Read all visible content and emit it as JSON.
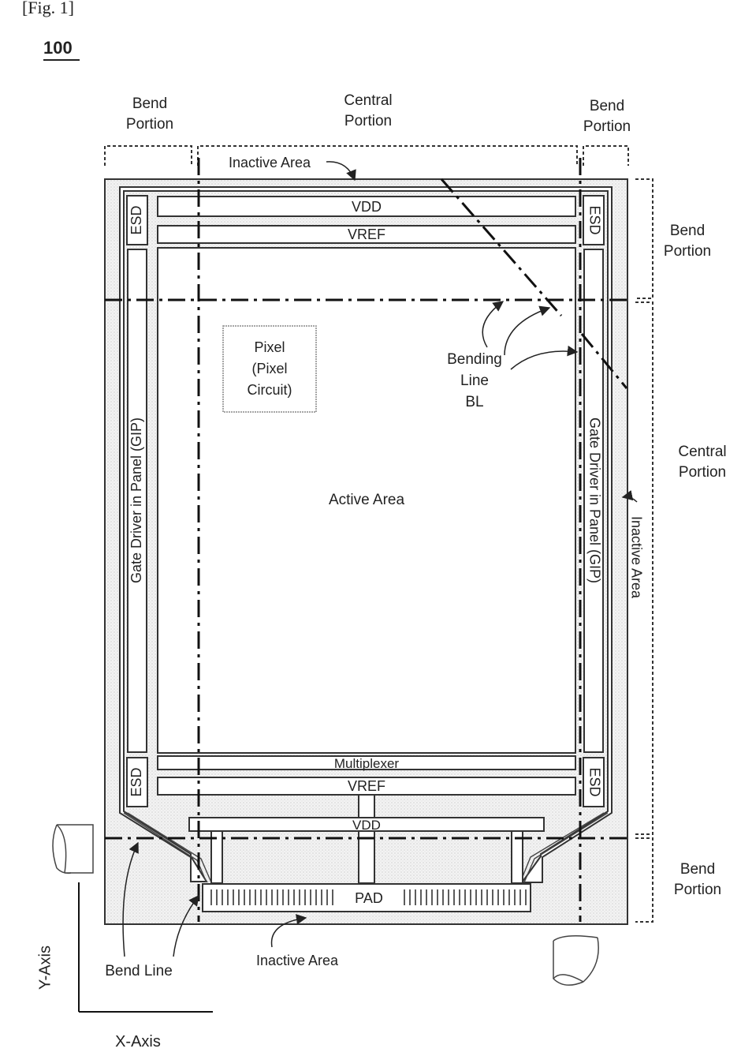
{
  "figure": {
    "label": "[Fig. 1]",
    "ref_number": "100"
  },
  "regions": {
    "bend_left_top": [
      "Bend",
      "Portion"
    ],
    "central_top": [
      "Central",
      "Portion"
    ],
    "bend_right_top": [
      "Bend",
      "Portion"
    ],
    "bend_right_upper": [
      "Bend",
      "Portion"
    ],
    "central_right": [
      "Central",
      "Portion"
    ],
    "bend_right_lower": [
      "Bend",
      "Portion"
    ]
  },
  "labels": {
    "inactive_area_top": "Inactive Area",
    "inactive_area_right": "Inactive Area",
    "inactive_area_bottom": "Inactive Area",
    "vdd_top": "VDD",
    "vref_top": "VREF",
    "esd": "ESD",
    "gip_left": "Gate Driver in Panel (GIP)",
    "gip_right": "Gate Driver in Panel (GIP)",
    "pixel": [
      "Pixel",
      "(Pixel",
      "Circuit)"
    ],
    "active_area": "Active Area",
    "bending_line": [
      "Bending",
      "Line",
      "BL"
    ],
    "multiplexer": "Multiplexer",
    "vref_bottom": "VREF",
    "vdd_bottom": "VDD",
    "pad": "PAD",
    "bend_line": "Bend Line"
  },
  "axes": {
    "y": "Y-Axis",
    "x": "X-Axis"
  }
}
